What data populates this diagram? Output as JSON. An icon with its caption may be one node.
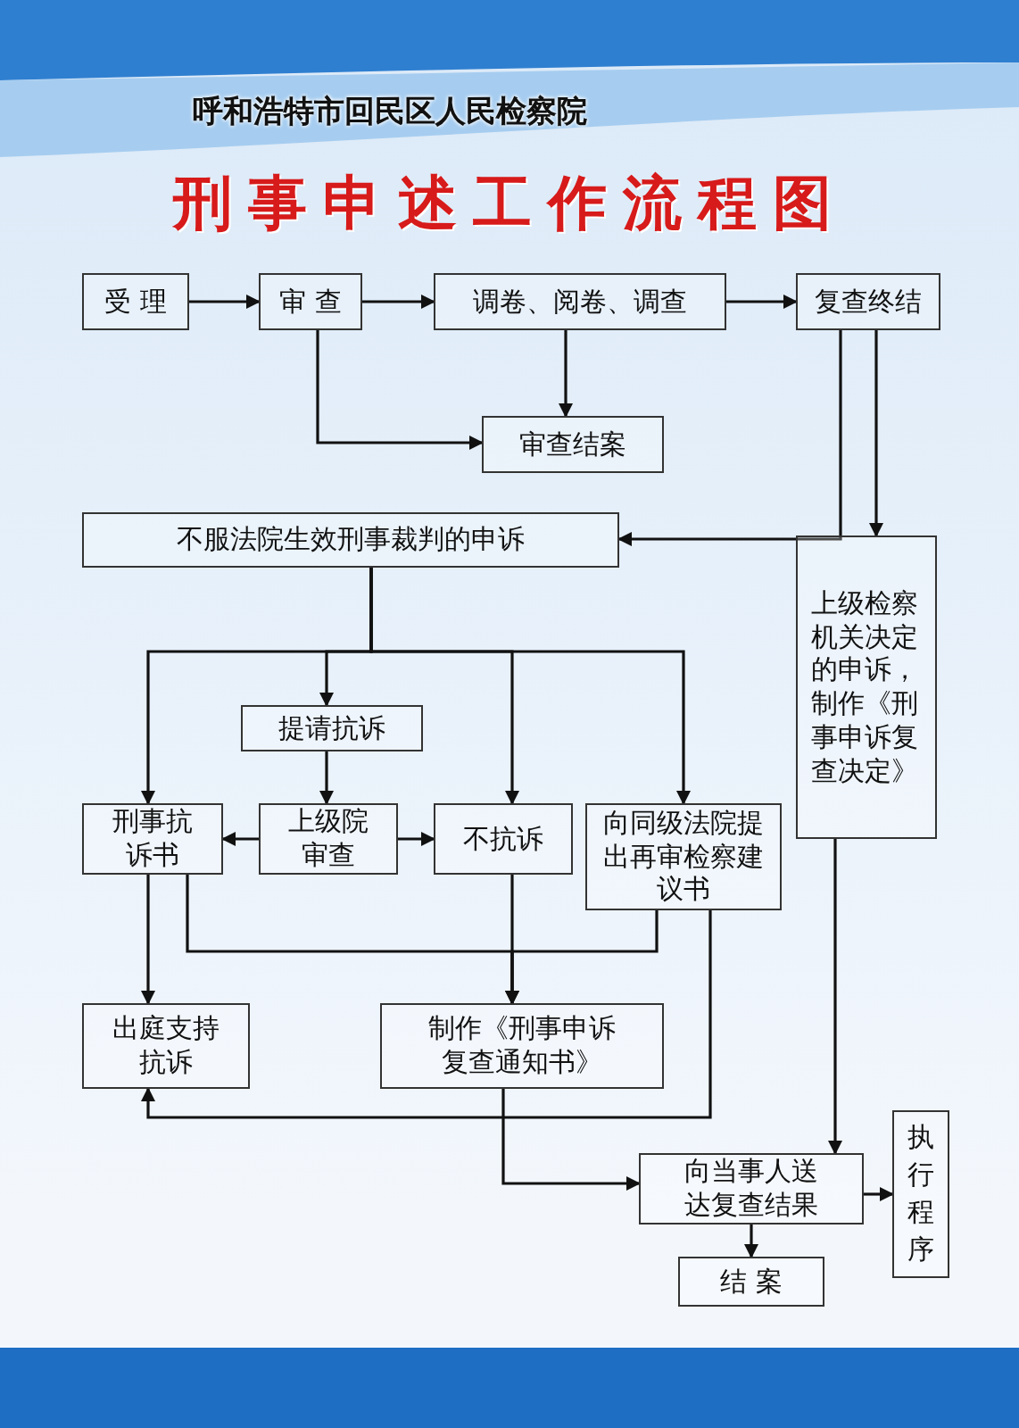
{
  "diagram": {
    "title": "刑事申述工作流程图",
    "nodes": [
      {
        "text": [
          "受 理"
        ]
      },
      {
        "text": [
          "审 查"
        ]
      },
      {
        "text": [
          "调卷、阅卷、调查"
        ]
      },
      {
        "text": [
          "复查终结"
        ]
      },
      {
        "text": [
          "审查结案"
        ]
      },
      {
        "text": [
          "不服法院生效刑事裁判的申诉"
        ]
      },
      {
        "text": [
          "上级检察机关决定的申诉，制作《刑事申诉复查决定》"
        ]
      },
      {
        "text": [
          "提请抗诉"
        ]
      },
      {
        "text": [
          "刑事抗诉书"
        ]
      },
      {
        "text": [
          "上级院审查"
        ]
      },
      {
        "text": [
          "不抗诉"
        ]
      },
      {
        "text": [
          "向同级法院提出再审检察建议书"
        ]
      },
      {
        "text": [
          "出庭支持抗诉"
        ]
      },
      {
        "text": [
          "制作《刑事申诉复查通知书》"
        ]
      },
      {
        "text": [
          "向当事人送达复查结果"
        ]
      },
      {
        "text": [
          "结 案"
        ]
      },
      {
        "text": [
          "执行程序"
        ]
      }
    ],
    "edges": [
      {
        "from": 0,
        "to": 1,
        "arrow": "to"
      },
      {
        "from": 1,
        "to": 2,
        "arrow": "to"
      },
      {
        "from": 2,
        "to": 3,
        "arrow": "to"
      },
      {
        "from": 2,
        "to": 4,
        "arrow": "to"
      },
      {
        "from": 1,
        "to": 4,
        "arrow": "to"
      },
      {
        "from": 3,
        "to": 5,
        "arrow": "to"
      },
      {
        "from": 3,
        "to": 6,
        "arrow": "to"
      },
      {
        "from": 5,
        "to": 8,
        "arrow": "to"
      },
      {
        "from": 5,
        "to": 7,
        "arrow": "to"
      },
      {
        "from": 5,
        "to": 10,
        "arrow": "to"
      },
      {
        "from": 5,
        "to": 11,
        "arrow": "to"
      },
      {
        "from": 7,
        "to": 9,
        "arrow": "to"
      },
      {
        "from": 9,
        "to": 8,
        "arrow": "to"
      },
      {
        "from": 9,
        "to": 10,
        "arrow": "to"
      },
      {
        "from": 8,
        "to": 12,
        "arrow": "to"
      },
      {
        "from": 10,
        "to": 13,
        "arrow": "to"
      },
      {
        "from": 8,
        "to": 13,
        "arrow": "to"
      },
      {
        "from": 11,
        "to": 13,
        "arrow": "to"
      },
      {
        "from": 11,
        "to": 12,
        "arrow": "to"
      },
      {
        "from": 13,
        "to": 14,
        "arrow": "to"
      },
      {
        "from": 6,
        "to": 14,
        "arrow": "to"
      },
      {
        "from": 14,
        "to": 16,
        "arrow": "to"
      },
      {
        "from": 14,
        "to": 15,
        "arrow": "to"
      }
    ],
    "labels": [
      "呼和浩特市回民区人民检察院"
    ]
  }
}
